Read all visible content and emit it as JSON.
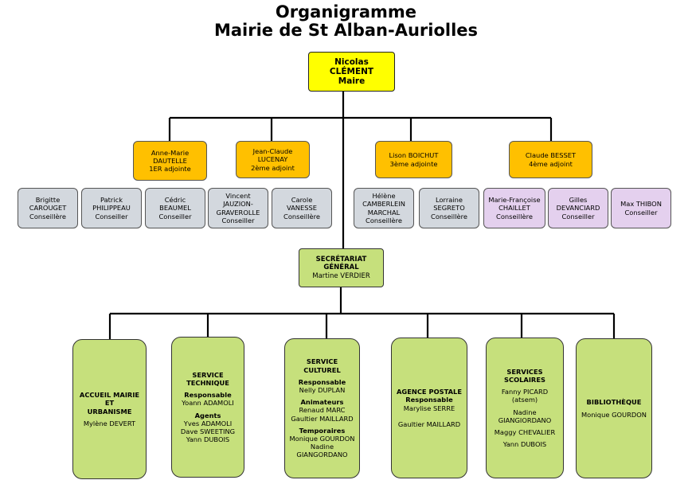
{
  "title": {
    "line1": "Organigramme",
    "line2": "Mairie de St Alban-Auriolles"
  },
  "mayor": {
    "first": "Nicolas",
    "last": "CLÉMENT",
    "role": "Maire"
  },
  "adjoints": [
    {
      "first": "Anne-Marie",
      "last": "DAUTELLE",
      "role": "1ER adjointe"
    },
    {
      "first": "Jean-Claude",
      "last": "LUCENAY",
      "role": "2ème adjoint"
    },
    {
      "first": "Lison BOICHUT",
      "last": "",
      "role": "3ème adjointe"
    },
    {
      "first": "Claude BESSET",
      "last": "",
      "role": "4ème adjoint"
    }
  ],
  "councillors": [
    {
      "lines": [
        "Brigitte",
        "CAROUGET",
        "Conseillère"
      ]
    },
    {
      "lines": [
        "Patrick",
        "PHILIPPEAU",
        "Conseiller"
      ]
    },
    {
      "lines": [
        "Cédric",
        "BEAUMEL",
        "Conseiller"
      ]
    },
    {
      "lines": [
        "Vincent",
        "JAUZION-",
        "GRAVEROLLE",
        "Conseiller"
      ]
    },
    {
      "lines": [
        "Carole",
        "VANESSE",
        "Conseillère"
      ]
    },
    {
      "lines": [
        "Hélène",
        "CAMBERLEIN",
        "MARCHAL",
        "Conseillère"
      ]
    },
    {
      "lines": [
        "Lorraine",
        "SEGRETO",
        "Conseillère"
      ]
    },
    {
      "lines": [
        "Marie-Françoise",
        "CHAILLET",
        "Conseillère"
      ]
    },
    {
      "lines": [
        "Gilles",
        "DEVANCIARD",
        "Conseiller"
      ]
    },
    {
      "lines": [
        "Max THIBON",
        "Conseiller"
      ]
    }
  ],
  "secretariat": {
    "title1": "SECRÉTARIAT",
    "title2": "GÉNÉRAL",
    "name": "Martine VERDIER"
  },
  "departments": {
    "accueil": {
      "title1": "ACCUEIL MAIRIE",
      "title2": "ET",
      "title3": "URBANISME",
      "name": "Mylène DEVERT"
    },
    "technique": {
      "title1": "SERVICE",
      "title2": "TECHNIQUE",
      "resp_label": "Responsable",
      "resp_name": "Yoann ADAMOLI",
      "agents_label": "Agents",
      "agents": [
        "Yves ADAMOLI",
        "Dave SWEETING",
        "Yann DUBOIS"
      ]
    },
    "culturel": {
      "title1": "SERVICE",
      "title2": "CULTUREL",
      "resp_label": "Responsable",
      "resp_name": "Nelly DUPLAN",
      "anim_label": "Animateurs",
      "anim": [
        "Renaud MARC",
        "Gaultier MAILLARD"
      ],
      "temp_label": "Temporaires",
      "temp": [
        "Monique GOURDON",
        "Nadine",
        "GIANGORDANO"
      ]
    },
    "agence": {
      "title1": "AGENCE POSTALE",
      "resp_label": "Responsable",
      "resp_name": "Marylise SERRE",
      "name2": "Gaultier MAILLARD"
    },
    "scolaires": {
      "title1": "SERVICES",
      "title2": "SCOLAIRES",
      "n1": "Fanny PICARD",
      "n1b": "(atsem)",
      "n2a": "Nadine",
      "n2b": "GIANGIORDANO",
      "n3": "Maggy CHEVALIER",
      "n4": "Yann DUBOIS"
    },
    "bibliotheque": {
      "title1": "BIBLIOTHÈQUE",
      "name": "Monique GOURDON"
    }
  }
}
